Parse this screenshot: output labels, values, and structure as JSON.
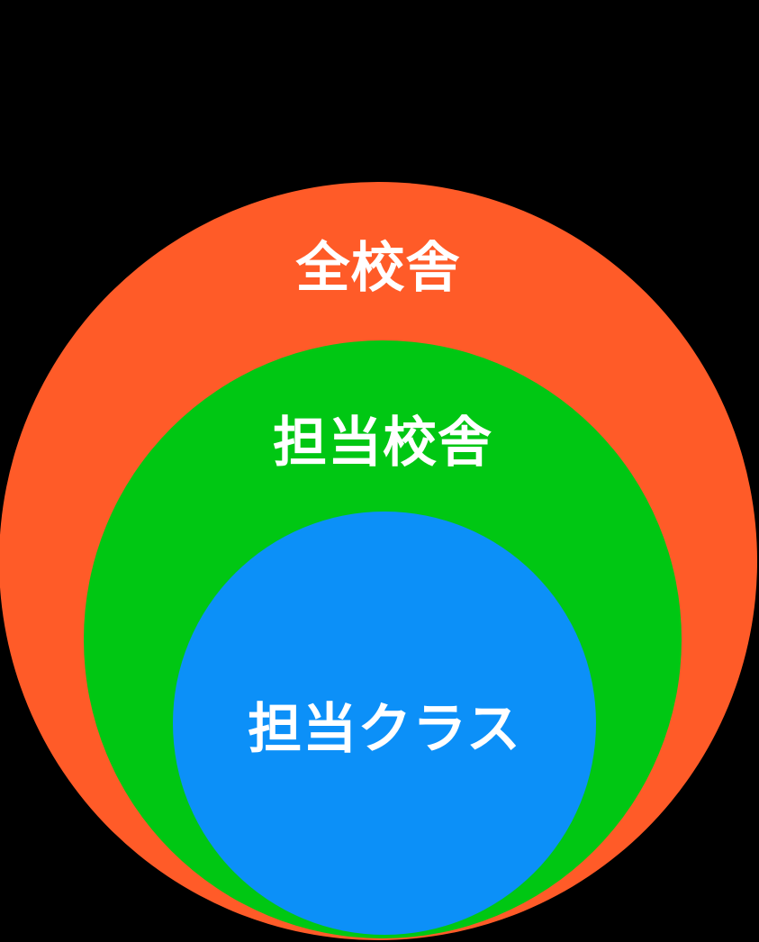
{
  "background_color": "#000000",
  "diagram": {
    "type": "nested-circles",
    "rings": [
      {
        "label": "全校舎",
        "fill_color": "#FF5B28",
        "text_color": "#FFFFFF"
      },
      {
        "label": "担当校舎",
        "fill_color": "#00C713",
        "text_color": "#FFFFFF"
      },
      {
        "label": "担当クラス",
        "fill_color": "#0C90F8",
        "text_color": "#FFFFFF"
      }
    ]
  }
}
